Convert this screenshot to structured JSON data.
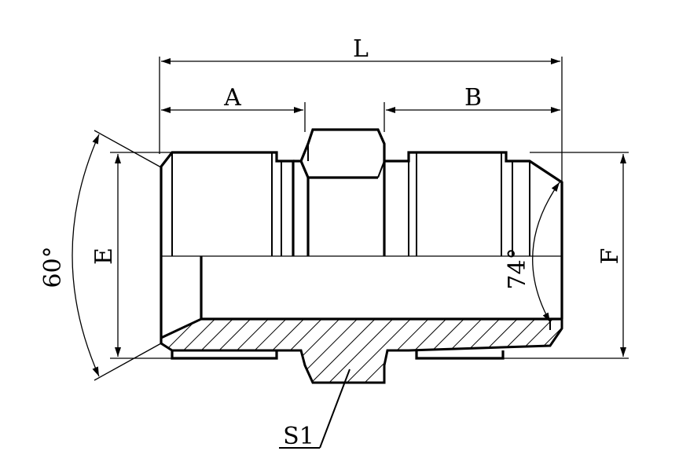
{
  "drawing": {
    "dimensions": {
      "overall_length": "L",
      "left_thread_length": "A",
      "right_thread_length": "B",
      "left_thread_diameter": "E",
      "right_thread_diameter": "F",
      "left_cone_angle": "60°",
      "right_cone_angle": "74°",
      "hex_size": "S1"
    }
  }
}
